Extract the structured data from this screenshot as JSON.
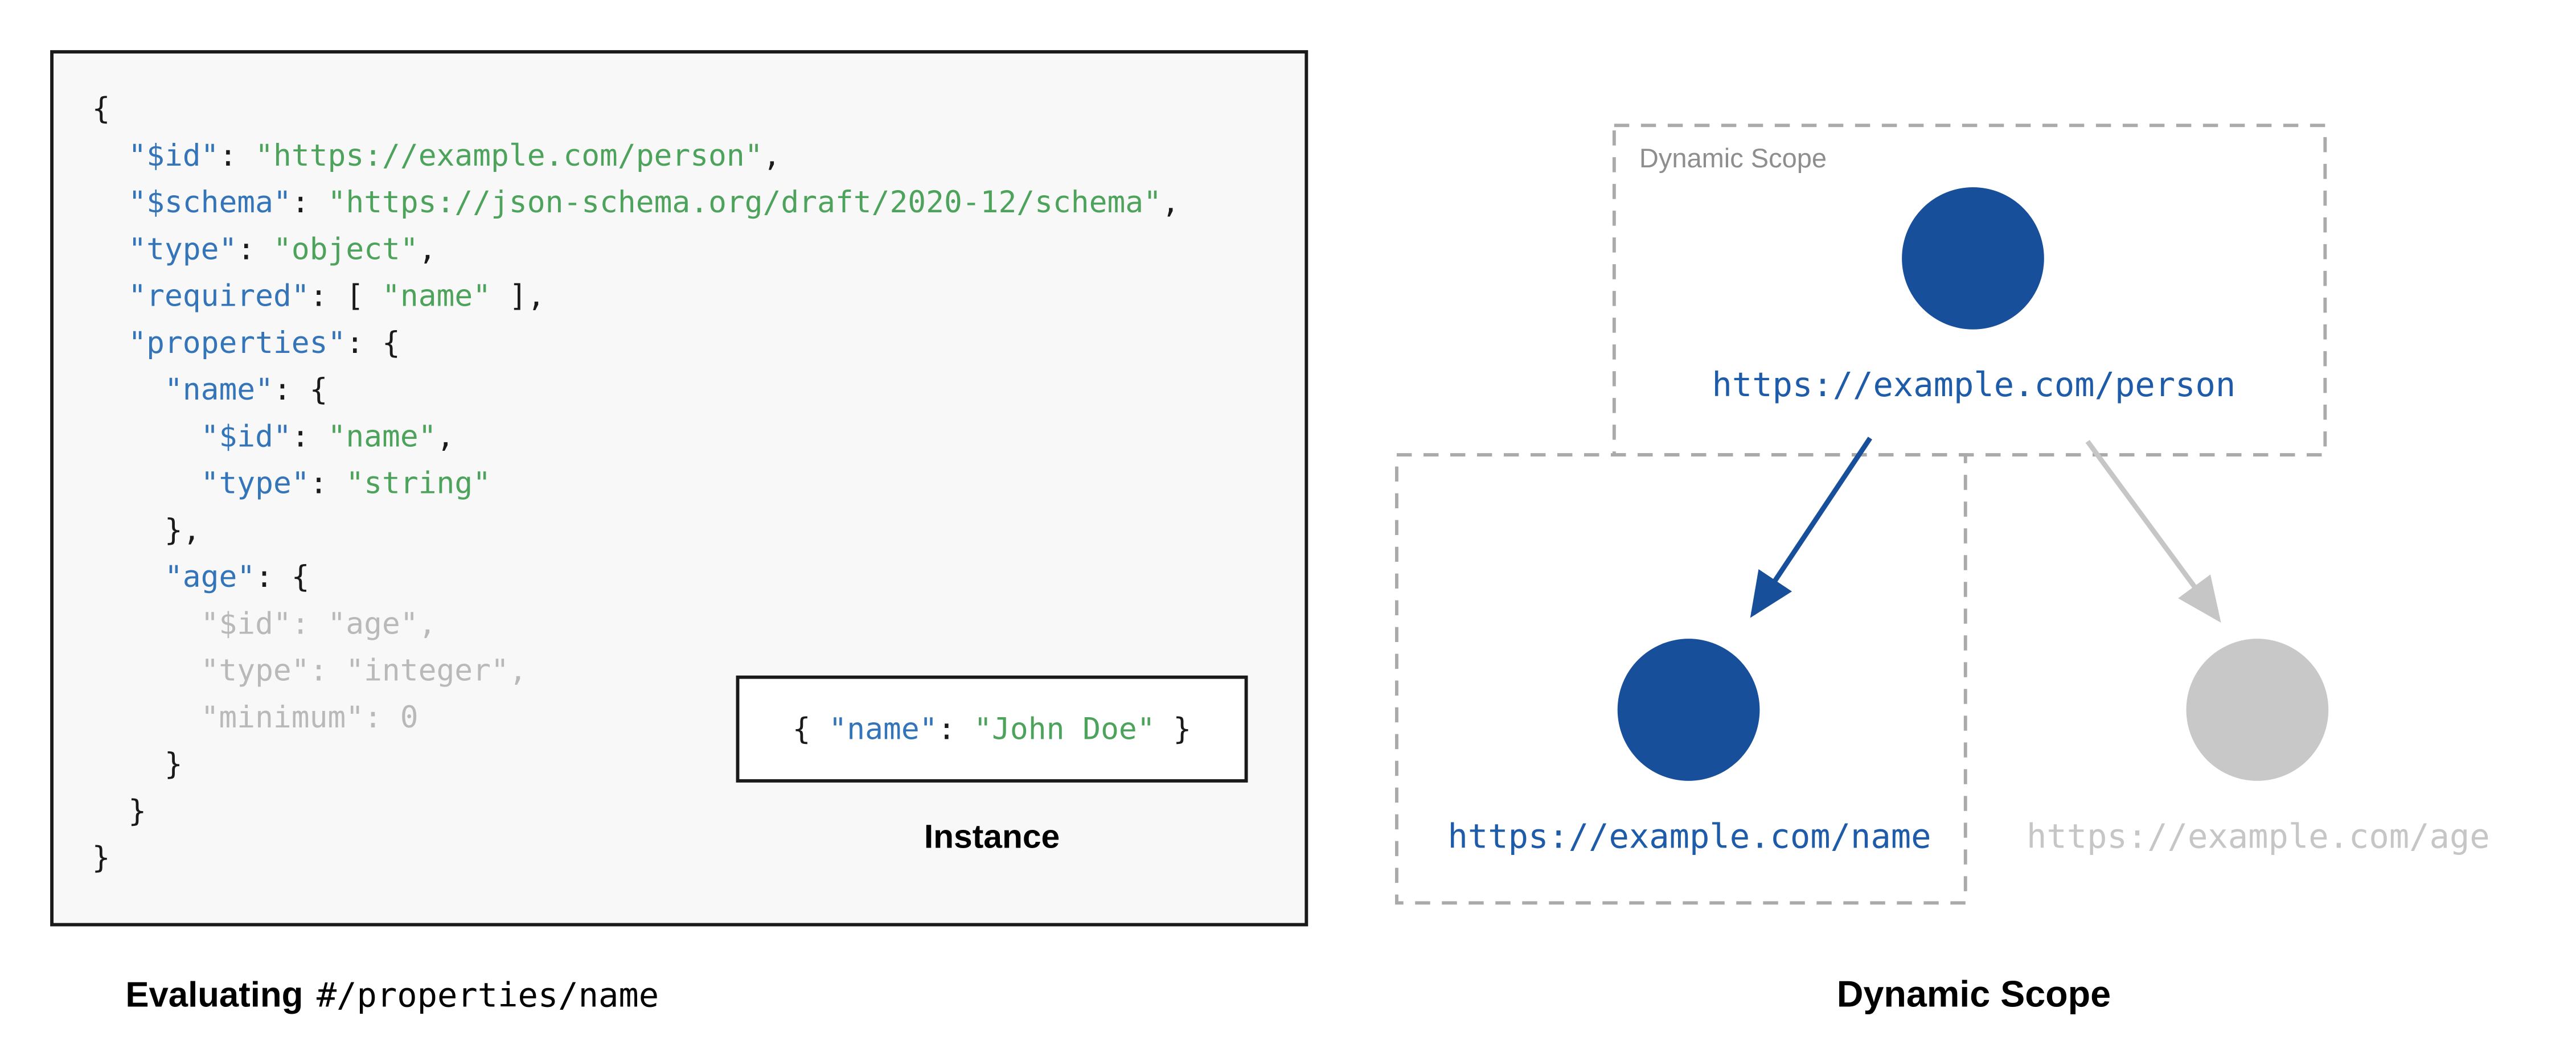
{
  "colors": {
    "blue": "#174f9b",
    "label_blue": "#1e5caa",
    "key_blue": "#3474b8",
    "string_green": "#4ea35c",
    "dim_gray": "#b9b9b9",
    "muted_gray": "#c8c8c8",
    "muted_text_gray": "#c6c6c6",
    "dash_gray": "#aaaaaa",
    "scope_label_gray": "#8e8e8e",
    "panel_bg": "#f8f8f8",
    "ink": "#1a1a1a"
  },
  "schema_panel": {
    "code_lines": [
      [
        {
          "t": "{",
          "c": "pun"
        }
      ],
      [
        {
          "t": "  ",
          "c": "pun"
        },
        {
          "t": "\"$id\"",
          "c": "key"
        },
        {
          "t": ": ",
          "c": "pun"
        },
        {
          "t": "\"https://example.com/person\"",
          "c": "str"
        },
        {
          "t": ",",
          "c": "pun"
        }
      ],
      [
        {
          "t": "  ",
          "c": "pun"
        },
        {
          "t": "\"$schema\"",
          "c": "key"
        },
        {
          "t": ": ",
          "c": "pun"
        },
        {
          "t": "\"https://json-schema.org/draft/2020-12/schema\"",
          "c": "str"
        },
        {
          "t": ",",
          "c": "pun"
        }
      ],
      [
        {
          "t": "  ",
          "c": "pun"
        },
        {
          "t": "\"type\"",
          "c": "key"
        },
        {
          "t": ": ",
          "c": "pun"
        },
        {
          "t": "\"object\"",
          "c": "str"
        },
        {
          "t": ",",
          "c": "pun"
        }
      ],
      [
        {
          "t": "  ",
          "c": "pun"
        },
        {
          "t": "\"required\"",
          "c": "key"
        },
        {
          "t": ": [ ",
          "c": "pun"
        },
        {
          "t": "\"name\"",
          "c": "str"
        },
        {
          "t": " ],",
          "c": "pun"
        }
      ],
      [
        {
          "t": "  ",
          "c": "pun"
        },
        {
          "t": "\"properties\"",
          "c": "key"
        },
        {
          "t": ": {",
          "c": "pun"
        }
      ],
      [
        {
          "t": "    ",
          "c": "pun"
        },
        {
          "t": "\"name\"",
          "c": "key"
        },
        {
          "t": ": {",
          "c": "pun"
        }
      ],
      [
        {
          "t": "      ",
          "c": "pun"
        },
        {
          "t": "\"$id\"",
          "c": "key"
        },
        {
          "t": ": ",
          "c": "pun"
        },
        {
          "t": "\"name\"",
          "c": "str"
        },
        {
          "t": ",",
          "c": "pun"
        }
      ],
      [
        {
          "t": "      ",
          "c": "pun"
        },
        {
          "t": "\"type\"",
          "c": "key"
        },
        {
          "t": ": ",
          "c": "pun"
        },
        {
          "t": "\"string\"",
          "c": "str"
        }
      ],
      [
        {
          "t": "    },",
          "c": "pun"
        }
      ],
      [
        {
          "t": "    ",
          "c": "pun"
        },
        {
          "t": "\"age\"",
          "c": "key"
        },
        {
          "t": ": {",
          "c": "pun"
        }
      ],
      [
        {
          "t": "      \"$id\": \"age\",",
          "c": "dim"
        }
      ],
      [
        {
          "t": "      \"type\": \"integer\",",
          "c": "dim"
        }
      ],
      [
        {
          "t": "      \"minimum\": 0",
          "c": "dim"
        }
      ],
      [
        {
          "t": "    }",
          "c": "pun"
        }
      ],
      [
        {
          "t": "  }",
          "c": "pun"
        }
      ],
      [
        {
          "t": "}",
          "c": "pun"
        }
      ]
    ],
    "instance": {
      "tokens": [
        {
          "t": "{ ",
          "c": "pun"
        },
        {
          "t": "\"name\"",
          "c": "key"
        },
        {
          "t": ": ",
          "c": "pun"
        },
        {
          "t": "\"John Doe\"",
          "c": "str"
        },
        {
          "t": " }",
          "c": "pun"
        }
      ],
      "label": "Instance"
    },
    "caption_bold": "Evaluating",
    "caption_code": "#/properties/name"
  },
  "diagram": {
    "scope_label": "Dynamic Scope",
    "title": "Dynamic Scope",
    "nodes": {
      "person": {
        "label": "https://example.com/person",
        "state": "in-scope"
      },
      "name": {
        "label": "https://example.com/name",
        "state": "in-scope"
      },
      "age": {
        "label": "https://example.com/age",
        "state": "out-of-scope"
      }
    }
  }
}
